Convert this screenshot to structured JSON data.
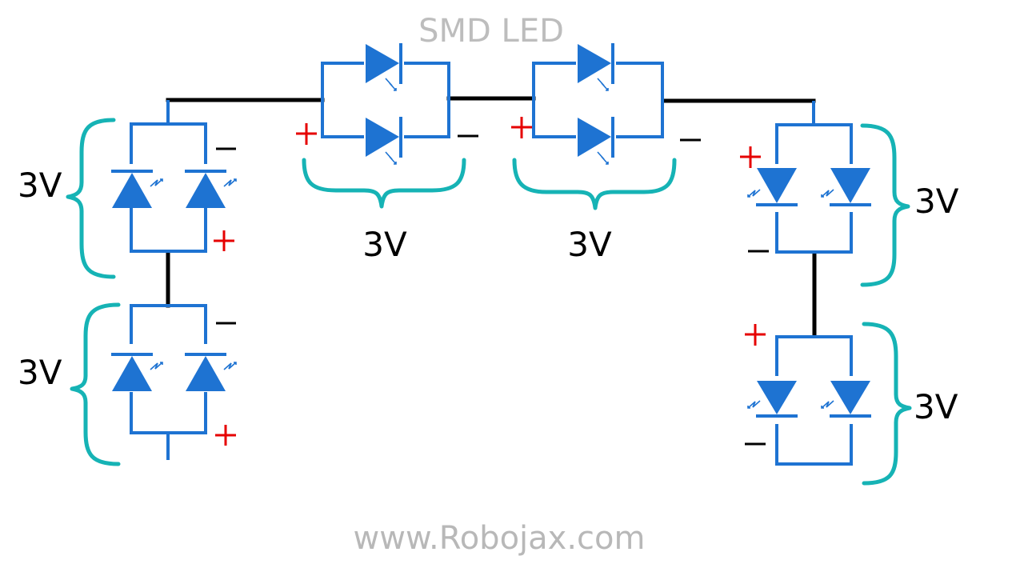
{
  "title": "SMD LED",
  "footer": "www.Robojax.com",
  "colors": {
    "led_blue": "#1e73d2",
    "wire_black": "#000000",
    "brace_teal": "#16b3b5",
    "positive_red": "#e60000",
    "title_gray": "#bdbdbd"
  },
  "symbols": {
    "plus": "+",
    "minus": "−"
  },
  "groups": [
    {
      "id": "left-top",
      "voltage": "3V",
      "leds": 2,
      "orientation": "vertical-up"
    },
    {
      "id": "left-bottom",
      "voltage": "3V",
      "leds": 2,
      "orientation": "vertical-up"
    },
    {
      "id": "top-left",
      "voltage": "3V",
      "leds": 2,
      "orientation": "horizontal-right"
    },
    {
      "id": "top-right",
      "voltage": "3V",
      "leds": 2,
      "orientation": "horizontal-right"
    },
    {
      "id": "right-top",
      "voltage": "3V",
      "leds": 2,
      "orientation": "vertical-down"
    },
    {
      "id": "right-bottom",
      "voltage": "3V",
      "leds": 2,
      "orientation": "vertical-down"
    }
  ]
}
